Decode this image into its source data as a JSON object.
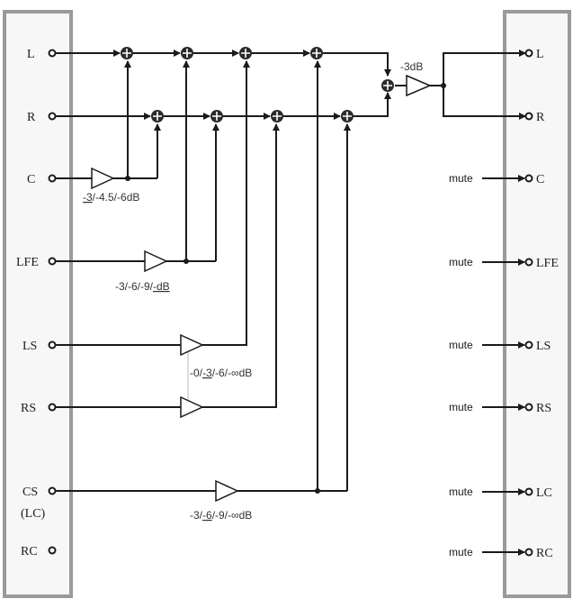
{
  "colors": {
    "panel_fill": "#f7f7f7",
    "panel_border": "#9a9a9a",
    "line": "#1a1a1a",
    "gain_text": "#333333"
  },
  "inputs": [
    {
      "key": "L",
      "label": "L"
    },
    {
      "key": "R",
      "label": "R"
    },
    {
      "key": "C",
      "label": "C"
    },
    {
      "key": "LFE",
      "label": "LFE"
    },
    {
      "key": "LS",
      "label": "LS"
    },
    {
      "key": "RS",
      "label": "RS"
    },
    {
      "key": "CS",
      "label": "CS",
      "sublabel": "(LC)"
    },
    {
      "key": "RC",
      "label": "RC"
    }
  ],
  "outputs": [
    {
      "key": "L",
      "label": "L",
      "mute": ""
    },
    {
      "key": "R",
      "label": "R",
      "mute": ""
    },
    {
      "key": "C",
      "label": "C",
      "mute": "mute"
    },
    {
      "key": "LFE",
      "label": "LFE",
      "mute": "mute"
    },
    {
      "key": "LS",
      "label": "LS",
      "mute": "mute"
    },
    {
      "key": "RS",
      "label": "RS",
      "mute": "mute"
    },
    {
      "key": "LC",
      "label": "LC",
      "mute": "mute"
    },
    {
      "key": "RC",
      "label": "RC",
      "mute": "mute"
    }
  ],
  "gains": {
    "center": {
      "underlined": "-3",
      "rest": "/-4.5/-6dB"
    },
    "lfe": {
      "prefix": "-3/-6/-9/",
      "underlined": "-dB"
    },
    "surround": {
      "prefix": "-0/",
      "underlined": "-3",
      "rest": "/-6/-∞dB"
    },
    "cs": {
      "prefix": "-3/",
      "underlined": "-6",
      "rest": "/-9/-∞dB"
    },
    "output": "-3dB"
  },
  "icons": {
    "summing_node": "circle-plus-icon",
    "amplifier": "triangle-amplifier-icon",
    "terminal": "open-circle-icon",
    "arrow": "arrowhead-icon"
  }
}
